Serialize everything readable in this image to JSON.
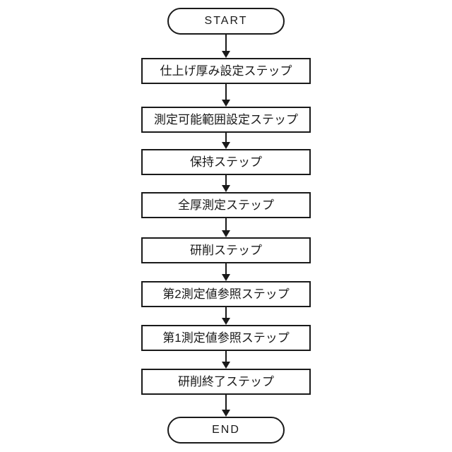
{
  "flowchart": {
    "start_label": "START",
    "end_label": "END",
    "steps": [
      "仕上げ厚み設定ステップ",
      "測定可能範囲設定ステップ",
      "保持ステップ",
      "全厚測定ステップ",
      "研削ステップ",
      "第2測定値参照ステップ",
      "第1測定値参照ステップ",
      "研削終了ステップ"
    ],
    "colors": {
      "stroke": "#1a1a1a",
      "fill": "#ffffff",
      "background": "#ffffff"
    }
  }
}
